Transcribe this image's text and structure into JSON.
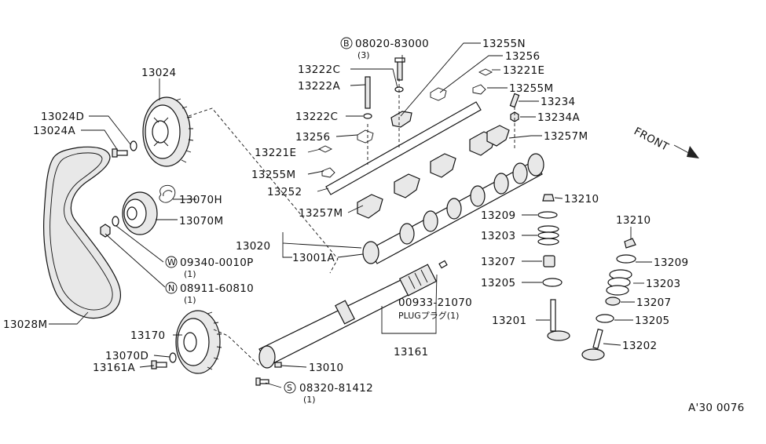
{
  "labels": {
    "p13024": "13024",
    "p13024D": "13024D",
    "p13024A": "13024A",
    "p13070H": "13070H",
    "p13070M": "13070M",
    "p09340": "09340-0010P",
    "p09340_qty": "(1)",
    "p08911": "08911-60810",
    "p08911_qty": "(1)",
    "p13028M": "13028M",
    "p13170": "13170",
    "p13070D": "13070D",
    "p13161A": "13161A",
    "p13010": "13010",
    "p08320": "08320-81412",
    "p08320_qty": "(1)",
    "p13161": "13161",
    "p00933": "00933-21070",
    "p00933_note": "PLUGプラグ(1)",
    "p13020": "13020",
    "p13001A": "13001A",
    "p13257M_a": "13257M",
    "p13252": "13252",
    "p13255M_a": "13255M",
    "p13221E_a": "13221E",
    "p13256_a": "13256",
    "p13222C_a": "13222C",
    "p13222A": "13222A",
    "p13222C_b": "13222C",
    "p08020": "08020-83000",
    "p08020_qty": "(3)",
    "p13255N": "13255N",
    "p13256_b": "13256",
    "p13221E_b": "13221E",
    "p13255M_b": "13255M",
    "p13234": "13234",
    "p13234A": "13234A",
    "p13257M_b": "13257M",
    "p13210_a": "13210",
    "p13209_a": "13209",
    "p13203_a": "13203",
    "p13207_a": "13207",
    "p13205_a": "13205",
    "p13201": "13201",
    "p13210_b": "13210",
    "p13209_b": "13209",
    "p13203_b": "13203",
    "p13207_b": "13207",
    "p13205_b": "13205",
    "p13202": "13202",
    "front": "FRONT",
    "ref_code": "A'30 0076",
    "mark_B": "B",
    "mark_W": "W",
    "mark_N": "N",
    "mark_S": "S"
  }
}
